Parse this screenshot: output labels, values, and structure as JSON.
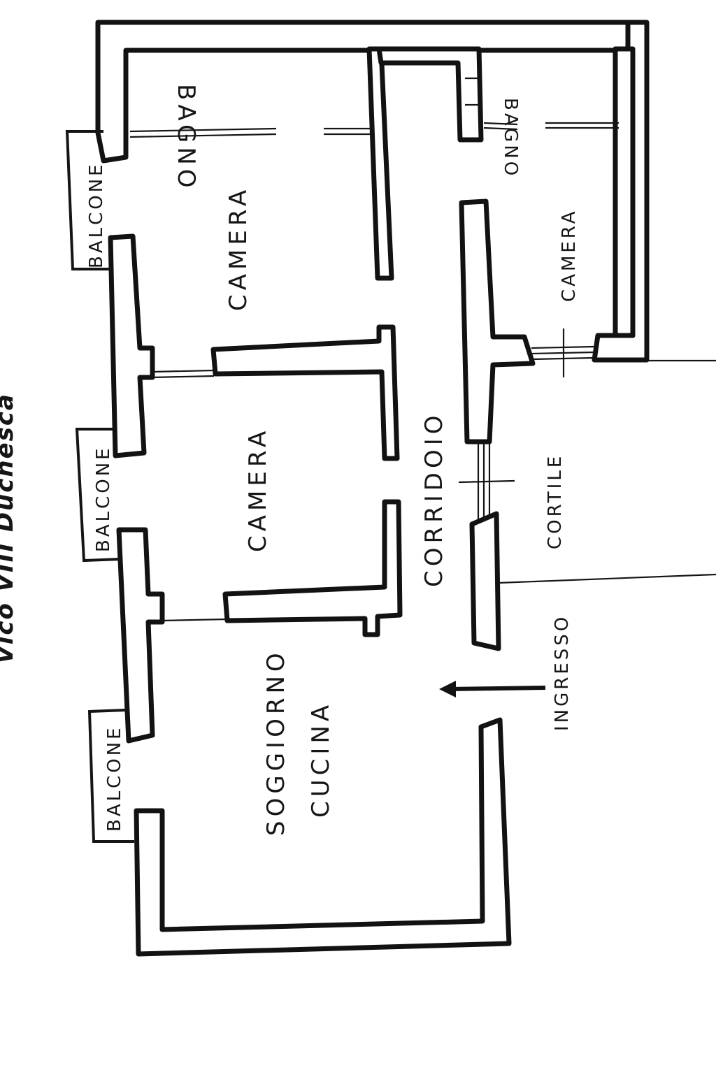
{
  "street_title": "Vico VIII Duchesca",
  "labels": {
    "bagno_left": "BAGNO",
    "bagno_right": "BAGNO",
    "camera_top": "CAMERA",
    "camera_right": "CAMERA",
    "camera_middle": "CAMERA",
    "corridoio": "CORRIDOIO",
    "cortile": "CORTILE",
    "ingresso": "INGRESSO",
    "soggiorno": "SOGGIORNO",
    "cucina": "CUCINA",
    "balcone_1": "BALCONE",
    "balcone_2": "BALCONE",
    "balcone_3": "BALCONE"
  }
}
